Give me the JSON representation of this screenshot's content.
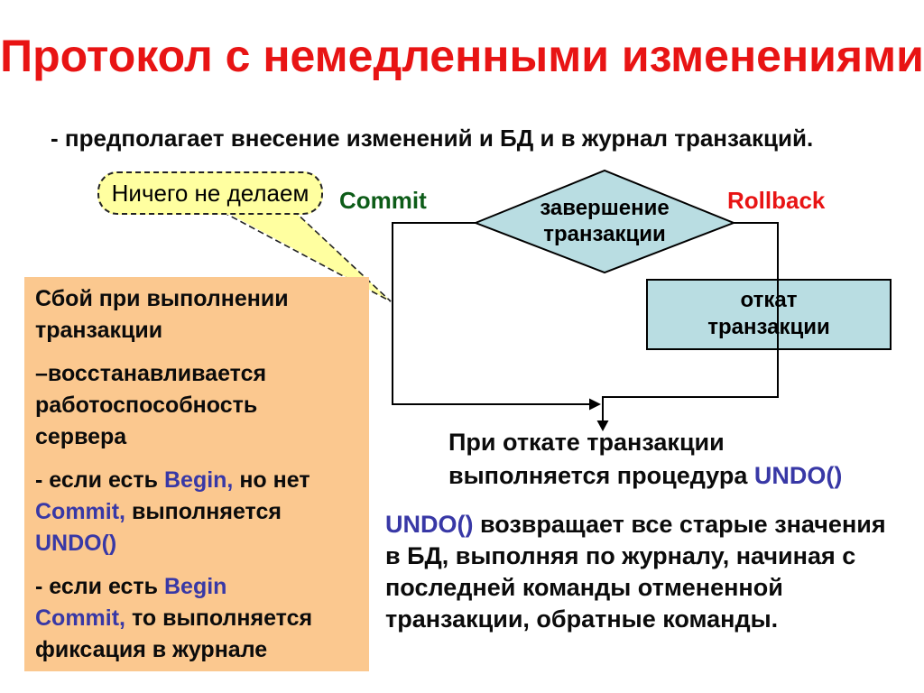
{
  "colors": {
    "title_red": "#e81414",
    "rollback_red": "#e81414",
    "commit_green": "#0d5c18",
    "keyword_blue": "#3838a6",
    "heading_maroon": "#9e1638",
    "box_orange": "#fbc88f",
    "shape_blue": "#b9dde2",
    "callout_yellow": "#ffffa0"
  },
  "title": "Протокол с немедленными изменениями",
  "subtitle": "- предполагает внесение изменений и БД и в журнал транзакций.",
  "callout": {
    "text": "Ничего не делаем"
  },
  "flowchart": {
    "commit_label": "Commit",
    "rollback_label": "Rollback",
    "decision": "завершение\nтранзакции",
    "rollback_box": "откат\nтранзакции"
  },
  "failure_box": {
    "heading": "Сбой при выполнении\nтранзакции",
    "recovery": "–восстанавливается\nработоспособность\nсервера",
    "case1": [
      {
        "t": "- если есть "
      },
      {
        "t": "Begin,",
        "kw": true
      },
      {
        "t": " но нет\n"
      },
      {
        "t": "Commit,",
        "kw": true
      },
      {
        "t": " выполняется\n"
      },
      {
        "t": "UNDO()",
        "kw": true
      }
    ],
    "case2": [
      {
        "t": "- если есть "
      },
      {
        "t": "Begin\nCommit,",
        "kw": true
      },
      {
        "t": " то выполняется\nфиксация в журнале"
      }
    ]
  },
  "undo_note": [
    {
      "t": "При откате транзакции\nвыполняется процедура "
    },
    {
      "t": "UNDO()",
      "kw": true
    }
  ],
  "undo_description": [
    {
      "t": "UNDO()",
      "kw": true
    },
    {
      "t": " возвращает все старые значения\nв БД, выполняя по журналу, начиная с\nпоследней команды отмененной\nтранзакции, обратные команды."
    }
  ]
}
